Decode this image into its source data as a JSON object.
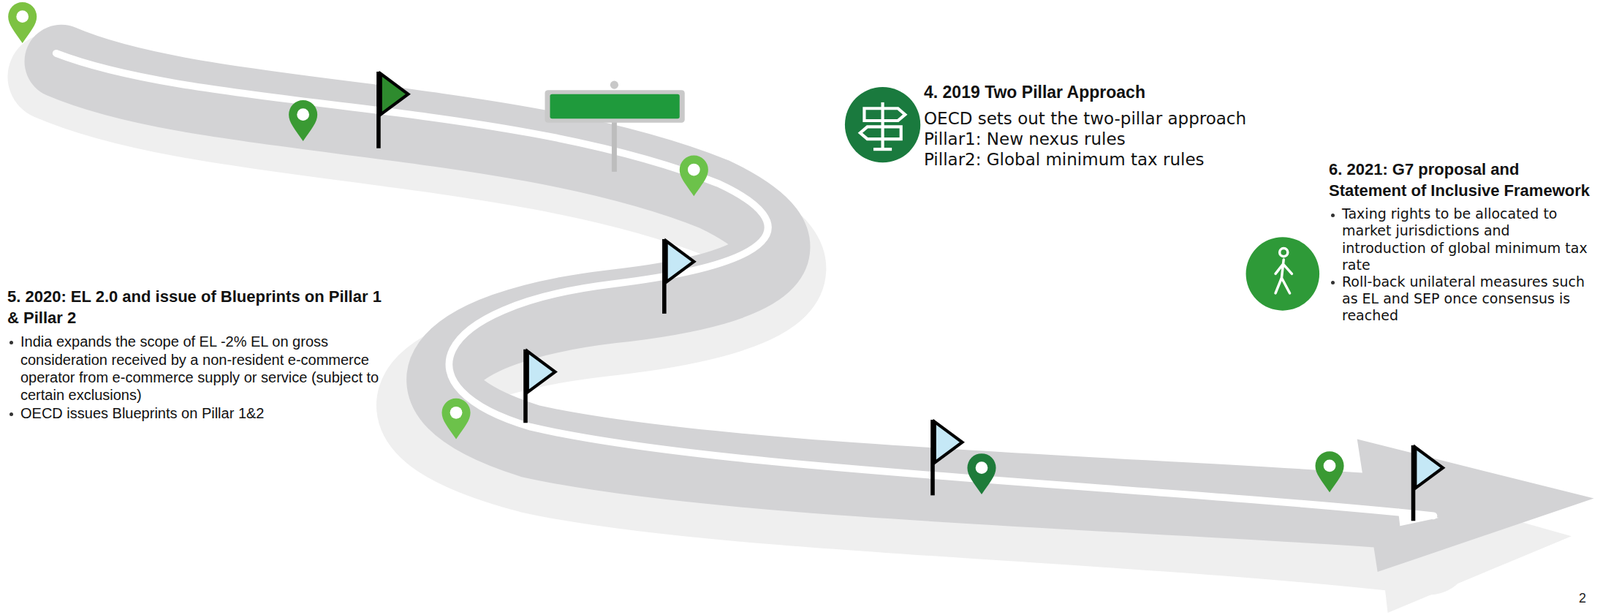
{
  "diagram": {
    "nodes": [
      {
        "text": [
          "4. 2019 Two Pillar Approach",
          "OECD sets out the two-pillar approach",
          "Pillar1: New nexus rules",
          "Pillar2: Global minimum tax rules"
        ]
      },
      {
        "text": [
          "5. 2020: EL 2.0 and issue of Blueprints on Pillar 1 & Pillar 2",
          "India expands the scope of EL -2% EL on gross consideration received by a non-resident e-commerce operator from e-commerce supply or service (subject to certain exclusions)",
          "OECD issues Blueprints on Pillar 1&2"
        ]
      },
      {
        "text": [
          "6. 2021: G7 proposal and Statement of Inclusive Framework",
          "Taxing rights to be allocated to market jurisdictions and introduction of global minimum tax rate",
          "Roll-back unilateral measures such as EL and SEP once consensus is reached"
        ]
      }
    ],
    "labels": [
      "2"
    ]
  }
}
